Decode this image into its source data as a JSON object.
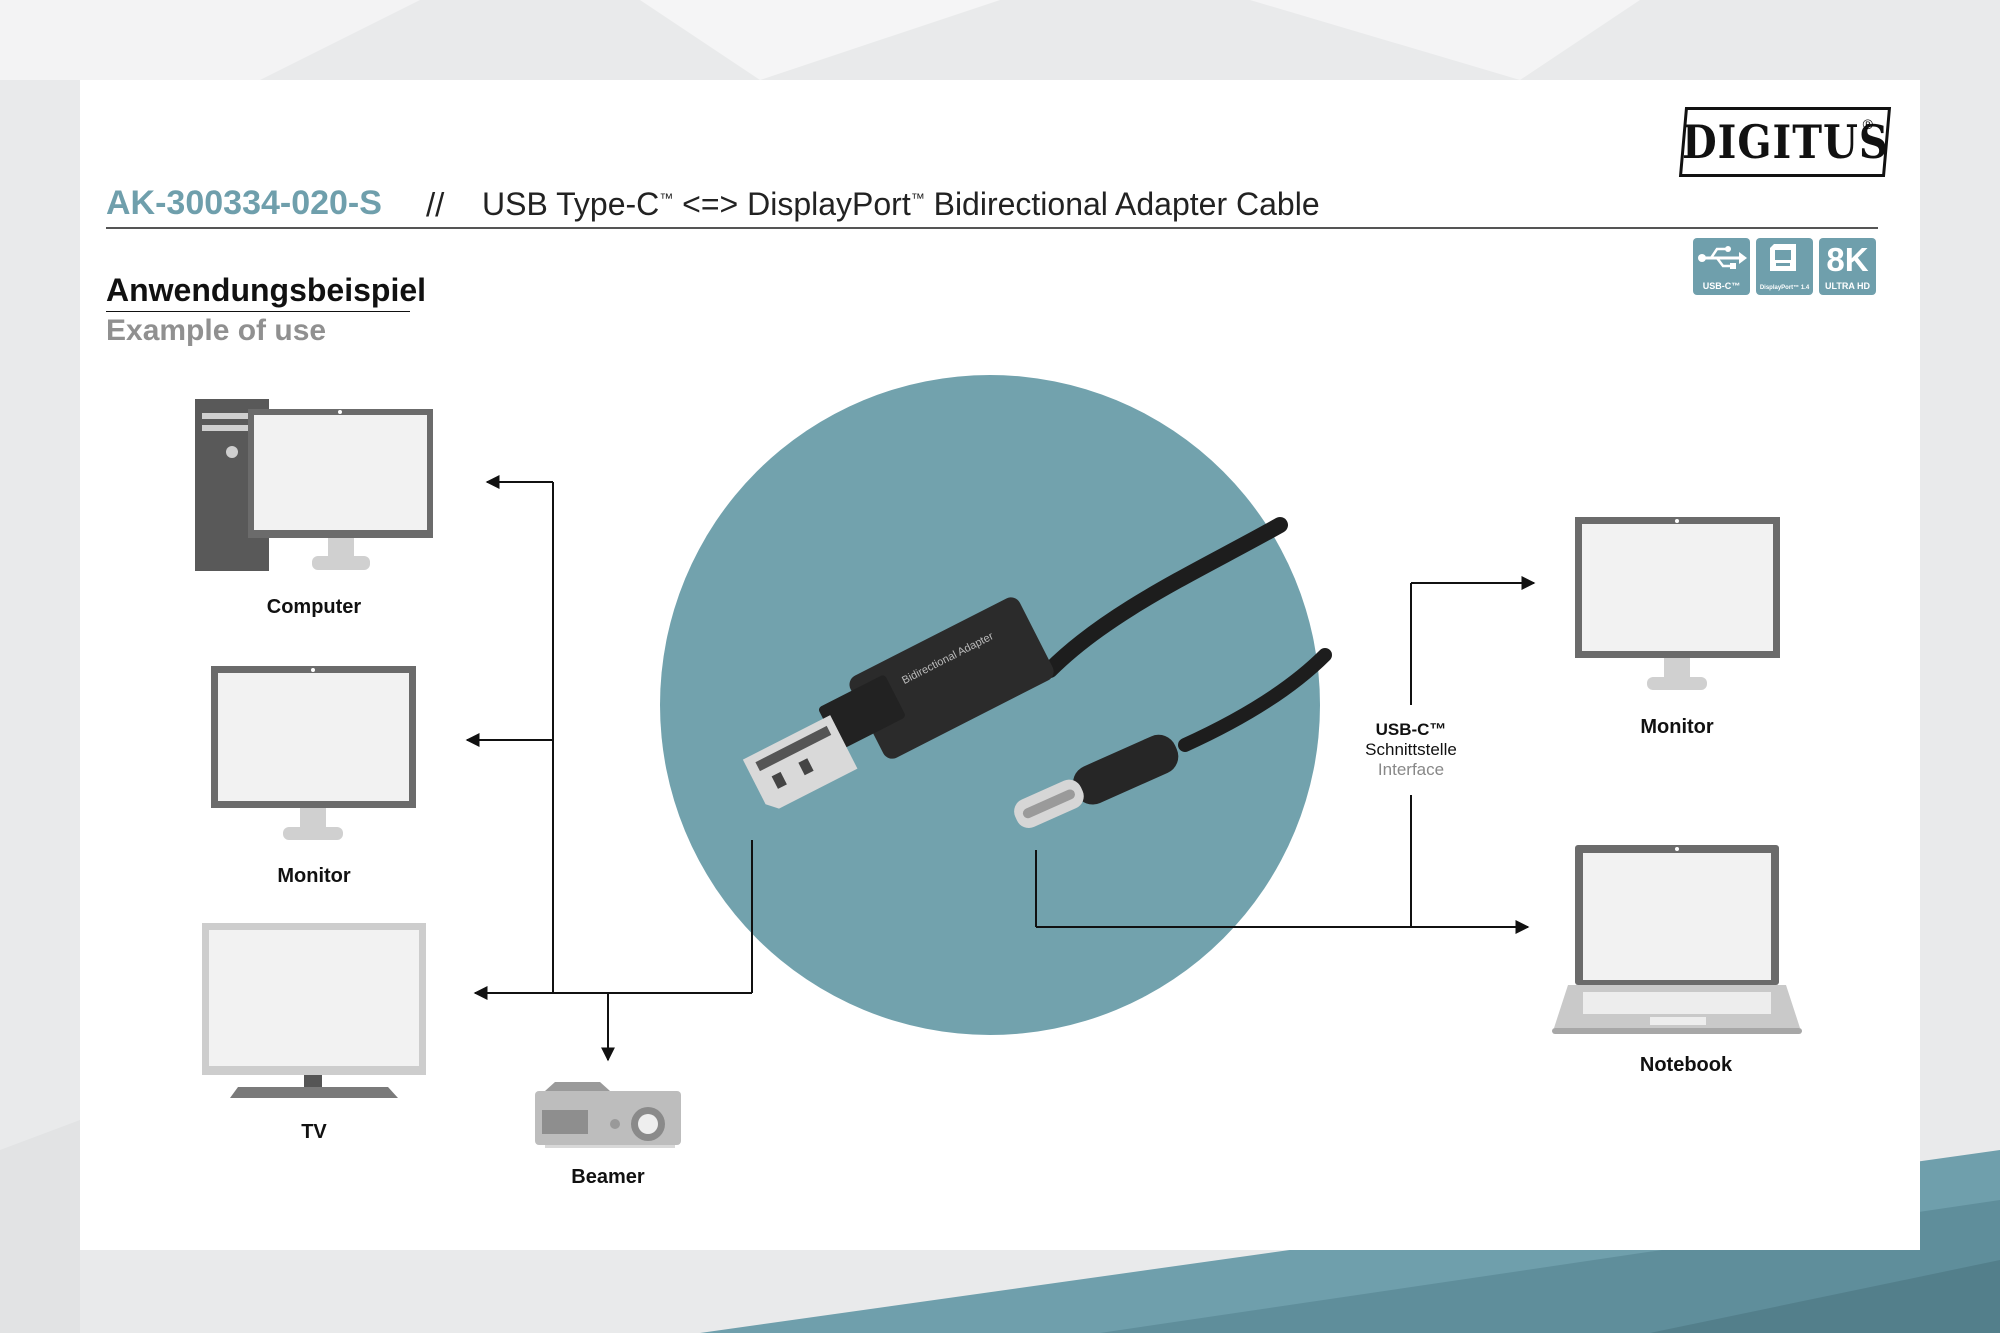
{
  "header": {
    "sku": "AK-300334-020-S",
    "separator": "//",
    "title_part1": "USB Type-C",
    "title_part2": " <=> DisplayPort",
    "title_part3": " Bidirectional Adapter Cable",
    "tm": "™"
  },
  "brand": {
    "logo": "DIGITUS",
    "registered": "®"
  },
  "badges": [
    {
      "label": "USB-C™",
      "icon": "usb-icon"
    },
    {
      "label": "DisplayPort™ 1.4",
      "icon": "displayport-icon"
    },
    {
      "big": "8K",
      "label": "ULTRA HD"
    }
  ],
  "section": {
    "heading_de": "Anwendungsbeispiel",
    "heading_en": "Example of use"
  },
  "devices": {
    "computer": "Computer",
    "monitor_left": "Monitor",
    "tv": "TV",
    "beamer": "Beamer",
    "monitor_right": "Monitor",
    "notebook": "Notebook"
  },
  "cable": {
    "adapter_text": "Bidirectional Adapter"
  },
  "usbc_note": {
    "line1": "USB-C™",
    "line2": "Schnittstelle",
    "line3": "Interface"
  },
  "colors": {
    "accent": "#6f9fac",
    "circle": "#72a2ad",
    "device_gray": "#6b6b6b",
    "screen": "#f2f2f2"
  }
}
